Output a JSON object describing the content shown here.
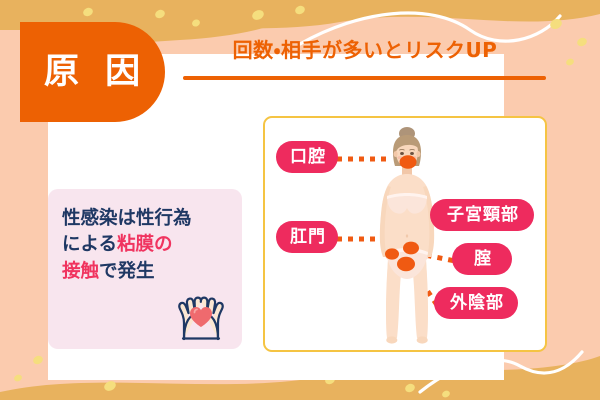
{
  "badge": {
    "label": "原 因"
  },
  "header": {
    "title": "回数・相手が多いとリスクUP"
  },
  "info_box": {
    "line1_a": "性感染は性行為",
    "line2_a": "による",
    "line2_b": "粘膜の",
    "line3_a": "接触",
    "line3_b": "で発生",
    "icon": "hands-holding-heart-icon"
  },
  "diagram": {
    "figure": "female-body-illustration",
    "labels": [
      {
        "id": "oral",
        "text": "口腔"
      },
      {
        "id": "anus",
        "text": "肛門"
      },
      {
        "id": "cervix",
        "text": "子宮頸部"
      },
      {
        "id": "vagina",
        "text": "腟"
      },
      {
        "id": "vulva",
        "text": "外陰部"
      }
    ]
  },
  "colors": {
    "orange": "#ED6103",
    "pink_pill": "#EE2B5E",
    "highlight_text": "#F0345F",
    "navy_text": "#1F3864",
    "pink_box_bg": "#F8E5EE",
    "yellow_border": "#F5C443",
    "peach_bg": "#FBCBAE",
    "tan_bg": "#E8B25E",
    "dot_yellow": "#F5DE7E"
  }
}
